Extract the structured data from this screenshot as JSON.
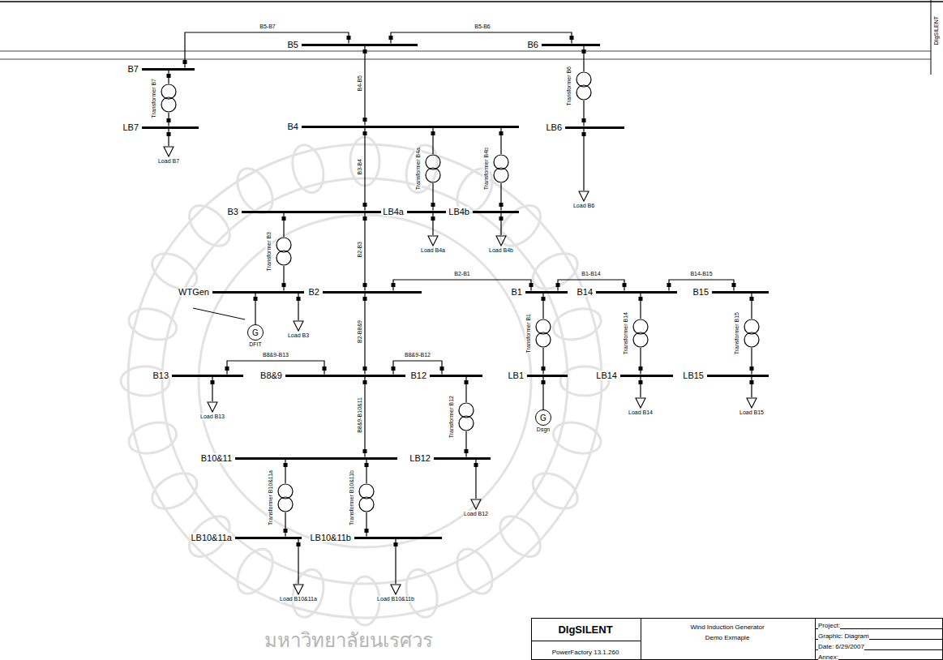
{
  "diagram": {
    "nodes": [
      {
        "text": [
          "B7"
        ]
      },
      {
        "text": [
          "B5"
        ]
      },
      {
        "text": [
          "B6"
        ]
      },
      {
        "text": [
          "Transformer B7"
        ]
      },
      {
        "text": [
          "Transformer B6"
        ]
      },
      {
        "text": [
          "LB7"
        ]
      },
      {
        "text": [
          "B4"
        ]
      },
      {
        "text": [
          "LB6"
        ]
      },
      {
        "text": [
          "Load B7"
        ]
      },
      {
        "text": [
          "Transformer B4a"
        ]
      },
      {
        "text": [
          "Transformer B4b"
        ]
      },
      {
        "text": [
          "Load B6"
        ]
      },
      {
        "text": [
          "B3"
        ]
      },
      {
        "text": [
          "LB4a"
        ]
      },
      {
        "text": [
          "LB4b"
        ]
      },
      {
        "text": [
          "Transformer B3"
        ]
      },
      {
        "text": [
          "Load B4a"
        ]
      },
      {
        "text": [
          "Load B4b"
        ]
      },
      {
        "text": [
          "WTGen"
        ]
      },
      {
        "text": [
          "B2"
        ]
      },
      {
        "text": [
          "B1"
        ]
      },
      {
        "text": [
          "B14"
        ]
      },
      {
        "text": [
          "B15"
        ]
      },
      {
        "text": [
          "Transformer B1"
        ]
      },
      {
        "text": [
          "Transformer B14"
        ]
      },
      {
        "text": [
          "Transformer B15"
        ]
      },
      {
        "text": [
          "G",
          "DFIT"
        ]
      },
      {
        "text": [
          "Load B3"
        ]
      },
      {
        "text": [
          "B13"
        ]
      },
      {
        "text": [
          "B8&9"
        ]
      },
      {
        "text": [
          "B12"
        ]
      },
      {
        "text": [
          "LB1"
        ]
      },
      {
        "text": [
          "LB14"
        ]
      },
      {
        "text": [
          "LB15"
        ]
      },
      {
        "text": [
          "Transformer B12"
        ]
      },
      {
        "text": [
          "Load B13"
        ]
      },
      {
        "text": [
          "G",
          "Dsgn"
        ]
      },
      {
        "text": [
          "Load B14"
        ]
      },
      {
        "text": [
          "Load B15"
        ]
      },
      {
        "text": [
          "B10&11"
        ]
      },
      {
        "text": [
          "LB12"
        ]
      },
      {
        "text": [
          "Transformer B10&11a"
        ]
      },
      {
        "text": [
          "Transformer B10&11b"
        ]
      },
      {
        "text": [
          "Load B12"
        ]
      },
      {
        "text": [
          "LB10&11a"
        ]
      },
      {
        "text": [
          "LB10&11b"
        ]
      },
      {
        "text": [
          "Load B10&11a"
        ]
      },
      {
        "text": [
          "Load B10&11b"
        ]
      }
    ],
    "edges": [
      {
        "from": 1,
        "to": 0,
        "arrow": "none",
        "label": "B5-B7"
      },
      {
        "from": 1,
        "to": 2,
        "arrow": "none",
        "label": "B5-B6"
      },
      {
        "from": 6,
        "to": 1,
        "arrow": "none",
        "label": "B4-B5"
      },
      {
        "from": 12,
        "to": 6,
        "arrow": "none",
        "label": "B3-B4"
      },
      {
        "from": 19,
        "to": 12,
        "arrow": "none",
        "label": "B2-B3"
      },
      {
        "from": 19,
        "to": 20,
        "arrow": "none",
        "label": "B2-B1"
      },
      {
        "from": 20,
        "to": 21,
        "arrow": "none",
        "label": "B1-B14"
      },
      {
        "from": 21,
        "to": 22,
        "arrow": "none",
        "label": "B14-B15"
      },
      {
        "from": 19,
        "to": 29,
        "arrow": "none",
        "label": "B2-B8&9"
      },
      {
        "from": 29,
        "to": 28,
        "arrow": "none",
        "label": "B8&9-B13"
      },
      {
        "from": 29,
        "to": 30,
        "arrow": "none",
        "label": "B8&9-B12"
      },
      {
        "from": 29,
        "to": 39,
        "arrow": "none",
        "label": "B8&9-B10&11"
      },
      {
        "from": 0,
        "to": 3,
        "arrow": "none"
      },
      {
        "from": 3,
        "to": 5,
        "arrow": "none"
      },
      {
        "from": 2,
        "to": 4,
        "arrow": "none"
      },
      {
        "from": 4,
        "to": 7,
        "arrow": "none"
      },
      {
        "from": 6,
        "to": 9,
        "arrow": "none"
      },
      {
        "from": 9,
        "to": 13,
        "arrow": "none"
      },
      {
        "from": 6,
        "to": 10,
        "arrow": "none"
      },
      {
        "from": 10,
        "to": 14,
        "arrow": "none"
      },
      {
        "from": 12,
        "to": 15,
        "arrow": "none"
      },
      {
        "from": 15,
        "to": 18,
        "arrow": "none"
      },
      {
        "from": 20,
        "to": 23,
        "arrow": "none"
      },
      {
        "from": 23,
        "to": 31,
        "arrow": "none"
      },
      {
        "from": 21,
        "to": 24,
        "arrow": "none"
      },
      {
        "from": 24,
        "to": 32,
        "arrow": "none"
      },
      {
        "from": 22,
        "to": 25,
        "arrow": "none"
      },
      {
        "from": 25,
        "to": 33,
        "arrow": "none"
      },
      {
        "from": 30,
        "to": 34,
        "arrow": "none"
      },
      {
        "from": 34,
        "to": 40,
        "arrow": "none"
      },
      {
        "from": 39,
        "to": 41,
        "arrow": "none"
      },
      {
        "from": 41,
        "to": 44,
        "arrow": "none"
      },
      {
        "from": 39,
        "to": 42,
        "arrow": "none"
      },
      {
        "from": 42,
        "to": 45,
        "arrow": "none"
      },
      {
        "from": 5,
        "to": 8,
        "arrow": "none"
      },
      {
        "from": 7,
        "to": 11,
        "arrow": "none"
      },
      {
        "from": 13,
        "to": 16,
        "arrow": "none"
      },
      {
        "from": 14,
        "to": 17,
        "arrow": "none"
      },
      {
        "from": 18,
        "to": 27,
        "arrow": "none"
      },
      {
        "from": 28,
        "to": 35,
        "arrow": "none"
      },
      {
        "from": 32,
        "to": 37,
        "arrow": "none"
      },
      {
        "from": 33,
        "to": 38,
        "arrow": "none"
      },
      {
        "from": 40,
        "to": 43,
        "arrow": "none"
      },
      {
        "from": 44,
        "to": 46,
        "arrow": "none"
      },
      {
        "from": 45,
        "to": 47,
        "arrow": "none"
      },
      {
        "from": 18,
        "to": 26,
        "arrow": "none"
      },
      {
        "from": 31,
        "to": 36,
        "arrow": "none"
      }
    ],
    "labels": [
      "DIgSILENT",
      "DIgSILENT",
      "PowerFactory 13.1.260",
      "Wind Induction Generator",
      "Demo Exmaple",
      "Project:",
      "Graphic: Diagram",
      "Date: 6/29/2007",
      "Annex:",
      "มหาวิทยาลัยนเรศวร"
    ]
  }
}
